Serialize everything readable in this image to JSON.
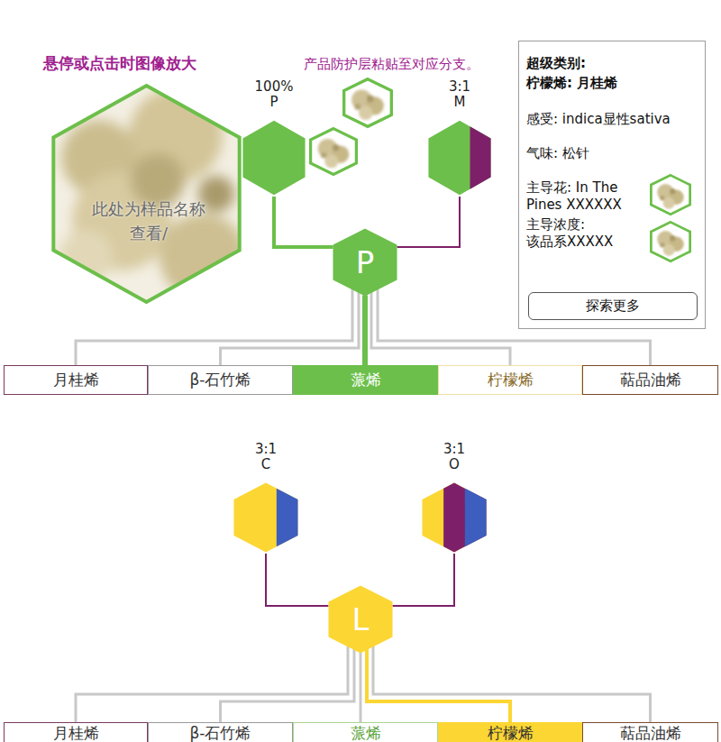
{
  "diagram": {
    "nodes": [
      {
        "text": [
          "此处为样品名称 查看/"
        ]
      },
      {
        "text": [
          "100%",
          "P"
        ]
      },
      {
        "text": [
          "3:1",
          "M"
        ]
      },
      {
        "text": [
          "超级类别:",
          "柠檬烯: 月桂烯",
          "感受: indica显性sativa",
          "气味: 松针",
          "主导花: In The Pines XXXXXX",
          "主导浓度: 该品系XXXXX"
        ]
      },
      {
        "text": [
          "探索更多"
        ],
        "in": 3
      },
      {
        "text": [
          "P"
        ]
      },
      {
        "text": [
          "月桂烯"
        ]
      },
      {
        "text": [
          "β-石竹烯"
        ]
      },
      {
        "text": [
          "蒎烯"
        ]
      },
      {
        "text": [
          "柠檬烯"
        ]
      },
      {
        "text": [
          "萜品油烯"
        ]
      },
      {
        "text": [
          "3:1",
          "C"
        ]
      },
      {
        "text": [
          "3:1",
          "O"
        ]
      },
      {
        "text": [
          "L"
        ]
      },
      {
        "text": [
          "月桂烯"
        ]
      },
      {
        "text": [
          "β-石竹烯"
        ]
      },
      {
        "text": [
          "蒎烯"
        ]
      },
      {
        "text": [
          "柠檬烯"
        ]
      },
      {
        "text": [
          "萜品油烯"
        ]
      }
    ],
    "edges": [
      {
        "from": 1,
        "to": 5,
        "arrow": "none"
      },
      {
        "from": 2,
        "to": 5,
        "arrow": "none"
      },
      {
        "from": 5,
        "to": 6,
        "arrow": "none"
      },
      {
        "from": 5,
        "to": 7,
        "arrow": "none"
      },
      {
        "from": 5,
        "to": 8,
        "arrow": "none"
      },
      {
        "from": 5,
        "to": 9,
        "arrow": "none"
      },
      {
        "from": 5,
        "to": 10,
        "arrow": "none"
      },
      {
        "from": 11,
        "to": 13,
        "arrow": "none"
      },
      {
        "from": 12,
        "to": 13,
        "arrow": "none"
      },
      {
        "from": 13,
        "to": 14,
        "arrow": "none"
      },
      {
        "from": 13,
        "to": 15,
        "arrow": "none"
      },
      {
        "from": 13,
        "to": 16,
        "arrow": "none"
      },
      {
        "from": 13,
        "to": 17,
        "arrow": "none"
      },
      {
        "from": 13,
        "to": 18,
        "arrow": "none"
      }
    ],
    "labels": [
      "悬停或点击时图像放大",
      "产品防护层粘贴至对应分支。"
    ]
  }
}
